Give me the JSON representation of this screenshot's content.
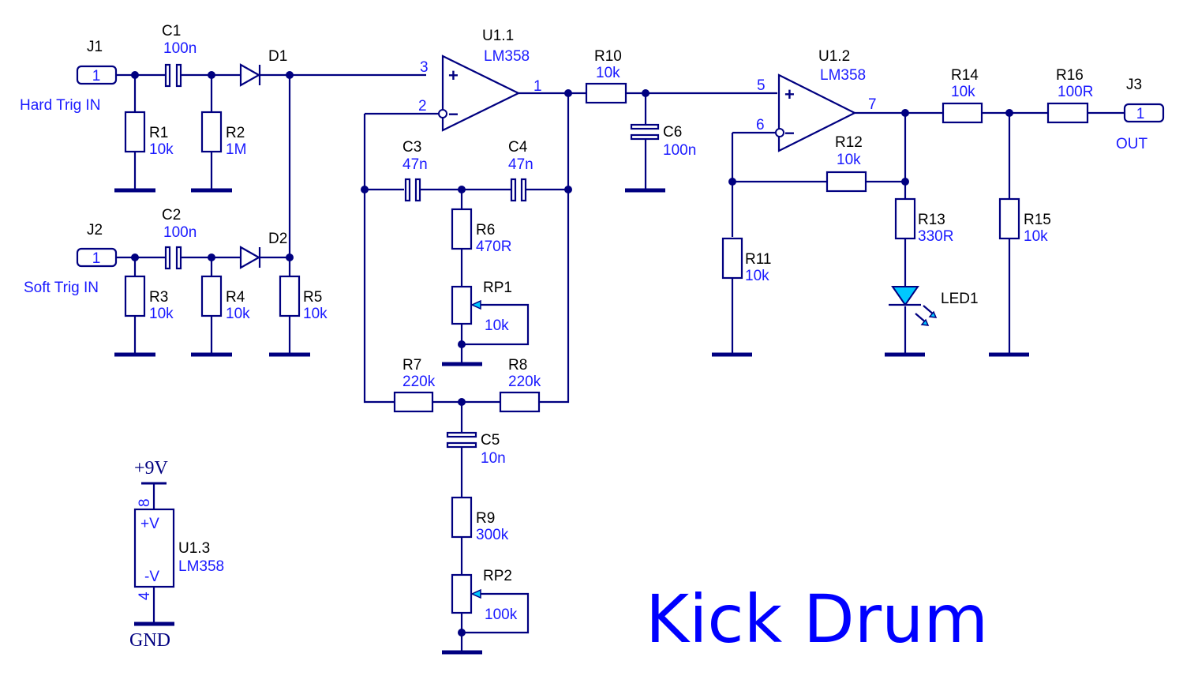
{
  "title": "Kick Drum",
  "connectors": {
    "J1": {
      "ref": "J1",
      "pin": "1",
      "label": "Hard Trig IN"
    },
    "J2": {
      "ref": "J2",
      "pin": "1",
      "label": "Soft Trig IN"
    },
    "J3": {
      "ref": "J3",
      "pin": "1",
      "label": "OUT"
    }
  },
  "capacitors": {
    "C1": {
      "ref": "C1",
      "value": "100n"
    },
    "C2": {
      "ref": "C2",
      "value": "100n"
    },
    "C3": {
      "ref": "C3",
      "value": "47n"
    },
    "C4": {
      "ref": "C4",
      "value": "47n"
    },
    "C5": {
      "ref": "C5",
      "value": "10n"
    },
    "C6": {
      "ref": "C6",
      "value": "100n"
    }
  },
  "diodes": {
    "D1": {
      "ref": "D1"
    },
    "D2": {
      "ref": "D2"
    },
    "LED1": {
      "ref": "LED1"
    }
  },
  "resistors": {
    "R1": {
      "ref": "R1",
      "value": "10k"
    },
    "R2": {
      "ref": "R2",
      "value": "1M"
    },
    "R3": {
      "ref": "R3",
      "value": "10k"
    },
    "R4": {
      "ref": "R4",
      "value": "10k"
    },
    "R5": {
      "ref": "R5",
      "value": "10k"
    },
    "R6": {
      "ref": "R6",
      "value": "470R"
    },
    "R7": {
      "ref": "R7",
      "value": "220k"
    },
    "R8": {
      "ref": "R8",
      "value": "220k"
    },
    "R9": {
      "ref": "R9",
      "value": "300k"
    },
    "R10": {
      "ref": "R10",
      "value": "10k"
    },
    "R11": {
      "ref": "R11",
      "value": "10k"
    },
    "R12": {
      "ref": "R12",
      "value": "10k"
    },
    "R13": {
      "ref": "R13",
      "value": "330R"
    },
    "R14": {
      "ref": "R14",
      "value": "10k"
    },
    "R15": {
      "ref": "R15",
      "value": "10k"
    },
    "R16": {
      "ref": "R16",
      "value": "100R"
    }
  },
  "pots": {
    "RP1": {
      "ref": "RP1",
      "value": "10k"
    },
    "RP2": {
      "ref": "RP2",
      "value": "100k"
    }
  },
  "opamps": {
    "U1_1": {
      "ref": "U1.1",
      "value": "LM358",
      "pin_plus": "3",
      "pin_minus": "2",
      "pin_out": "1",
      "plus": "+",
      "minus": "−"
    },
    "U1_2": {
      "ref": "U1.2",
      "value": "LM358",
      "pin_plus": "5",
      "pin_minus": "6",
      "pin_out": "7",
      "plus": "+",
      "minus": "−"
    },
    "U1_3": {
      "ref": "U1.3",
      "value": "LM358",
      "pin_vp": "8",
      "pin_vn": "4",
      "label_vp": "+V",
      "label_vn": "-V"
    }
  },
  "power": {
    "supply": "+9V",
    "ground": "GND"
  }
}
